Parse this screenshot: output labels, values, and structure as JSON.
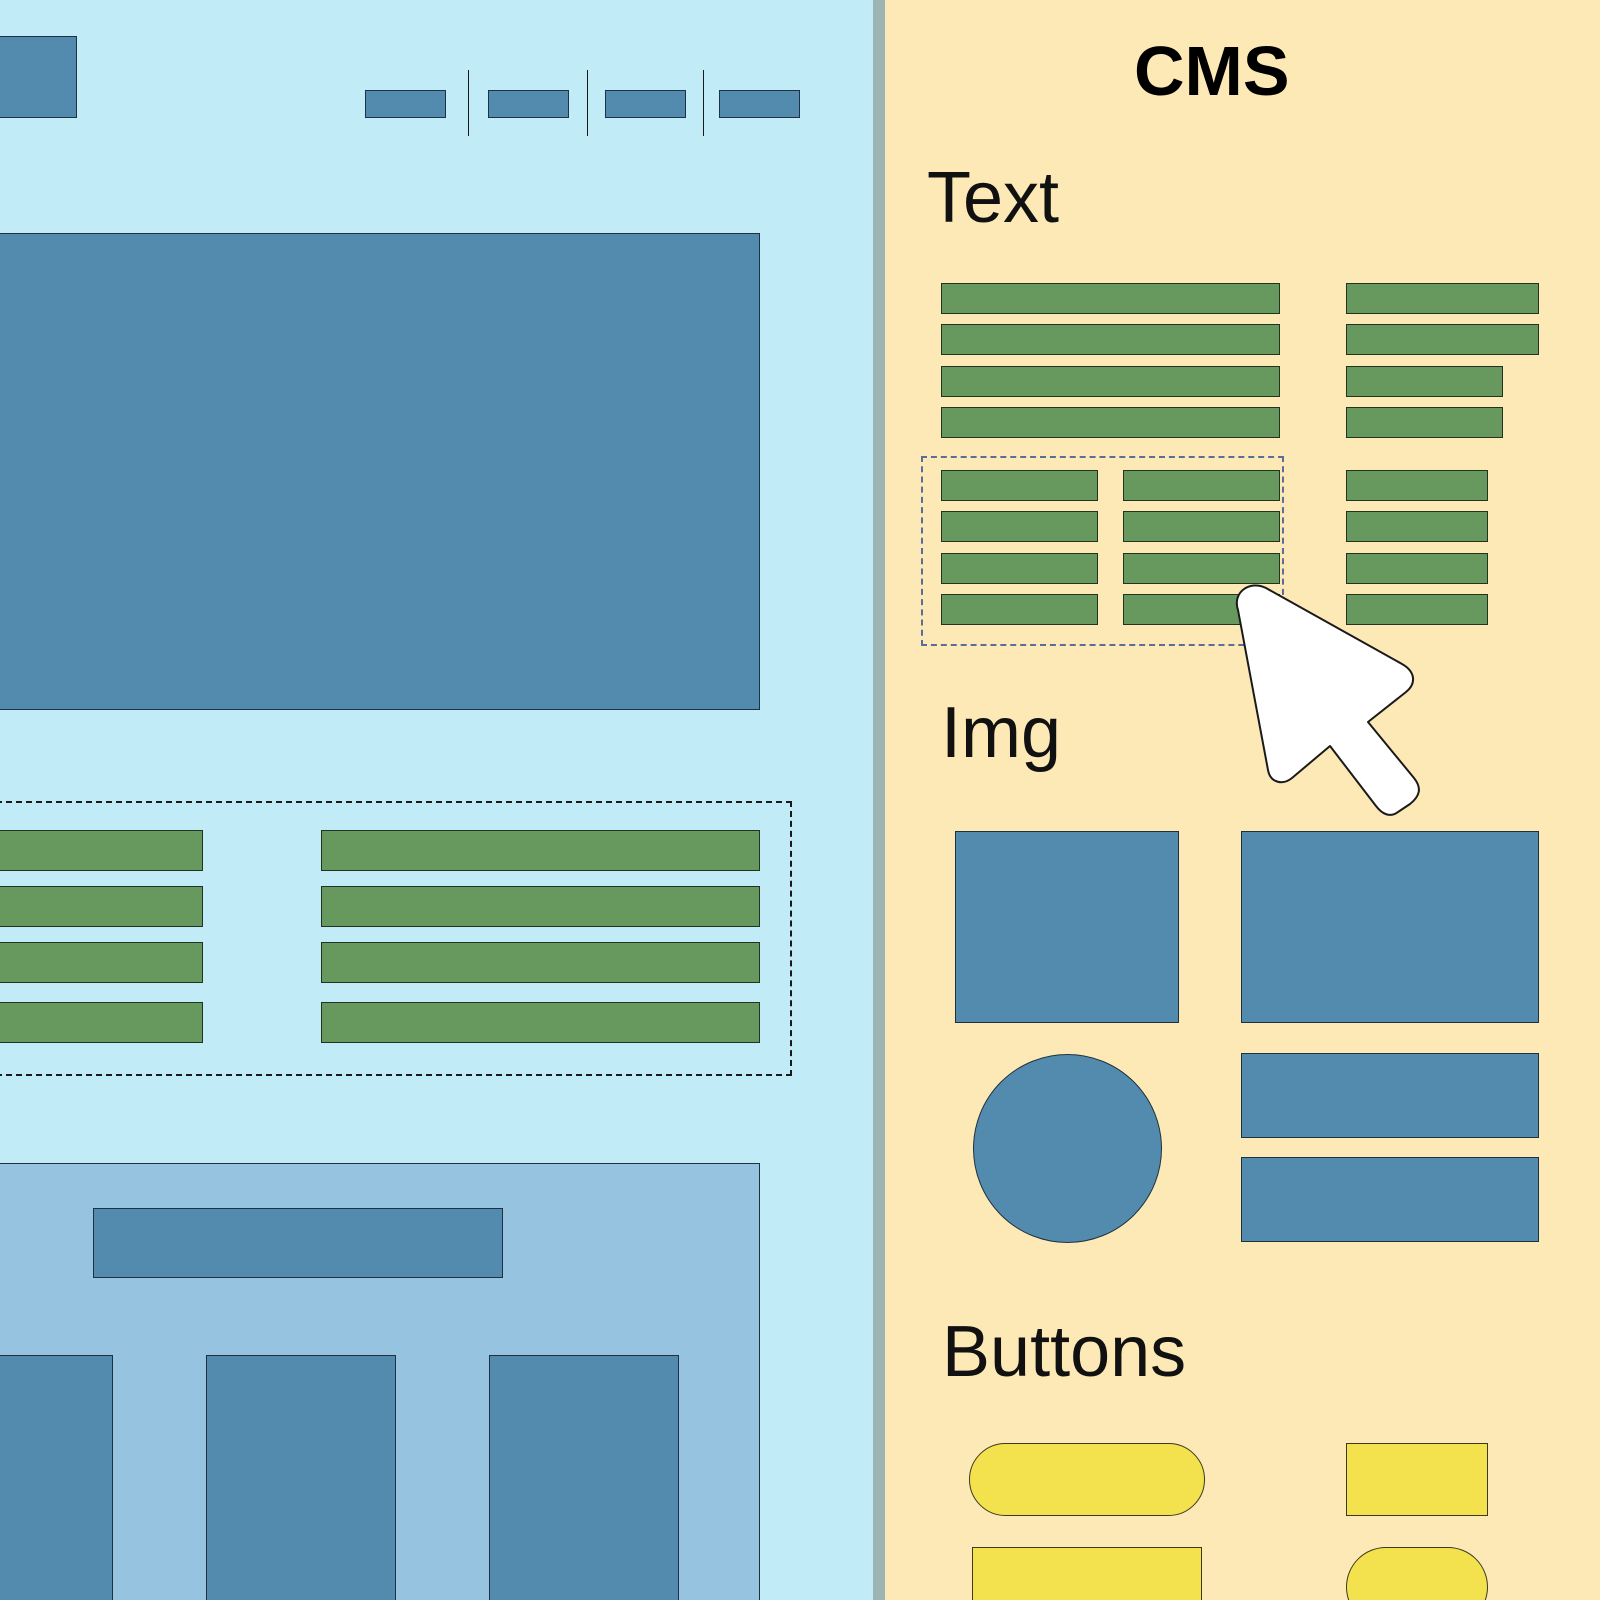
{
  "cms": {
    "title": "CMS",
    "sections": {
      "text": "Text",
      "img": "Img",
      "buttons": "Buttons"
    }
  },
  "colors": {
    "canvas_bg": "#c1ebf6",
    "panel_bg": "#fde9b6",
    "block_blue": "#538bae",
    "text_green": "#67985d",
    "button_yellow": "#f3e24e",
    "footer_bg": "#96c3df"
  },
  "icons": {
    "cursor": "mouse-pointer-arrow"
  }
}
